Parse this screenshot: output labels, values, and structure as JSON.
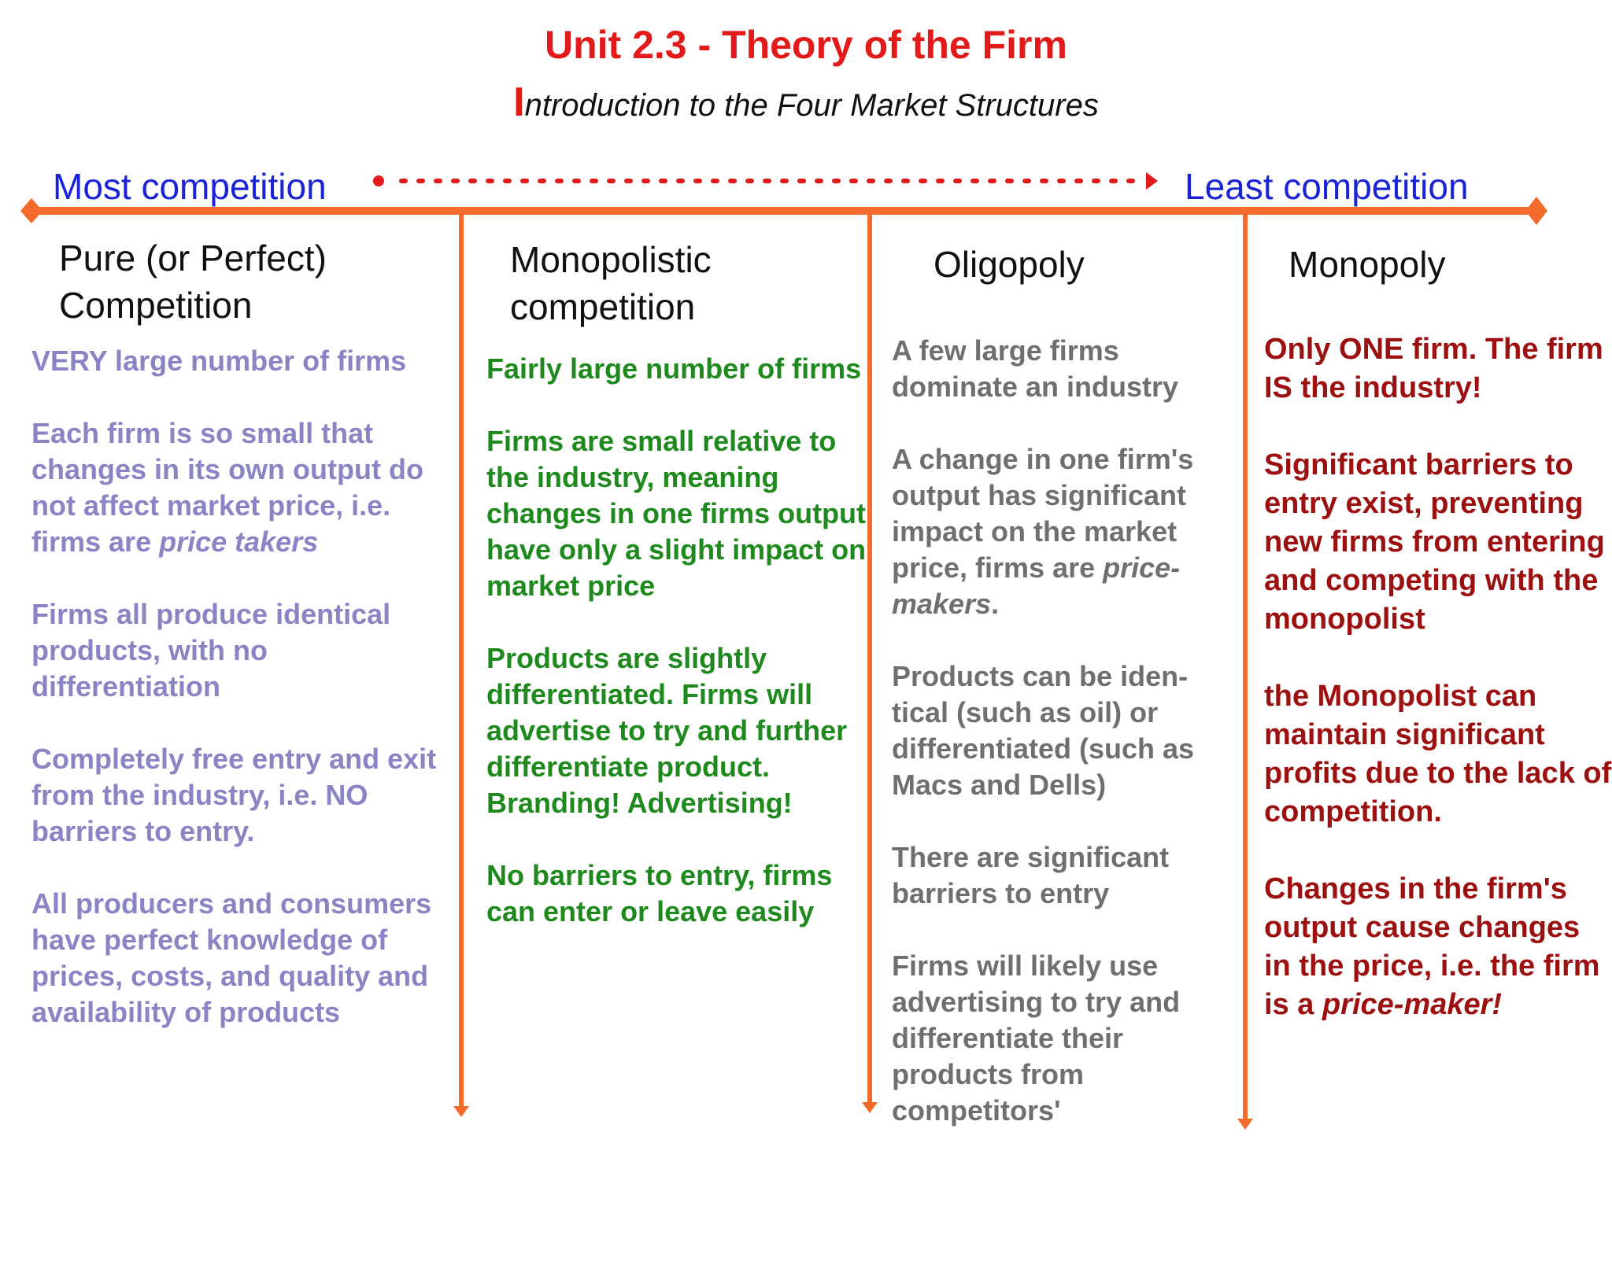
{
  "title": "Unit 2.3 - Theory of the Firm",
  "subtitle": {
    "initial": "I",
    "rest": "ntroduction to the Four Market Structures"
  },
  "scale": {
    "left_label": "Most competition",
    "right_label": "Least competition"
  },
  "colors": {
    "axis": "#f26b2a",
    "arrow": "#e31a1a",
    "title": "#e31a1a",
    "scale_labels": "#1a24d6",
    "perfect": "#8a84c4",
    "monopolistic": "#1e8a1e",
    "oligopoly": "#6f6f6f",
    "monopoly": "#9c1010"
  },
  "columns": [
    {
      "heading_lines": [
        "Pure (or Perfect)",
        "Competition"
      ],
      "paragraphs": [
        "VERY large number of firms",
        "Each firm is so small that changes in its own output do not affect market price, i.e. firms are price takers",
        "Firms all produce identical products, with no differentiation",
        "Completely free entry and exit from the industry, i.e. NO barriers to entry.",
        "All producers and consumers have perfect knowledge of prices, costs, and quality and availability of products"
      ]
    },
    {
      "heading_lines": [
        "Monopolistic",
        "competition"
      ],
      "paragraphs": [
        "Fairly large number of firms",
        "Firms are small relative to the industry, meaning changes in one firms output have only a slight impact on market price",
        "Products are slightly differentiated. Firms will advertise to try and further differentiate product. Branding! Advertising!",
        "No barriers to entry, firms can enter or leave easily"
      ]
    },
    {
      "heading_lines": [
        "Oligopoly"
      ],
      "paragraphs": [
        "A few large firms dominate an industry",
        "A change in one firm's output has significant impact on the market price, firms are price-makers.",
        "Products can be iden-tical (such as oil) or differentiated (such as Macs and Dells)",
        "There are significant barriers to entry",
        "Firms will likely use advertising to try and differentiate their products from competitors'"
      ]
    },
    {
      "heading_lines": [
        "Monopoly"
      ],
      "paragraphs": [
        "Only ONE firm. The firm IS the industry!",
        "Significant barriers to entry exist, preventing new firms from entering and competing with the monopolist",
        "the Monopolist can maintain significant profits due to the lack of competition.",
        "Changes in the firm's output cause changes in the price, i.e. the firm is a price-maker!"
      ]
    }
  ]
}
